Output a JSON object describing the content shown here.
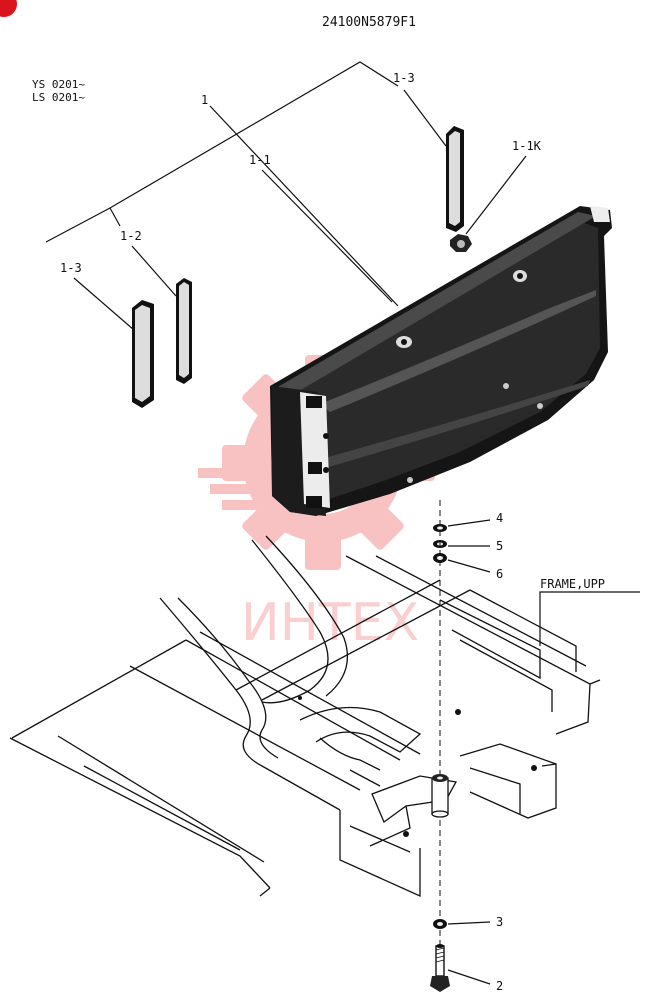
{
  "header": {
    "drawing_number": "24100N5879F1",
    "serial_line_1": "YS 0201~",
    "serial_line_2": "LS 0201~"
  },
  "callouts": {
    "p1": "1",
    "p1_1": "1-1",
    "p1_1k": "1-1K",
    "p1_2": "1-2",
    "p1_3_top": "1-3",
    "p1_3_left": "1-3",
    "p2": "2",
    "p3": "3",
    "p4": "4",
    "p5": "5",
    "p6": "6"
  },
  "frame_label": "FRAME,UPP",
  "watermark": {
    "text": "ИНТЕХ",
    "color": "#e8282b"
  },
  "colors": {
    "ink": "#111111",
    "watermark": "#e8282b",
    "corner_badge": "#d9141b"
  }
}
